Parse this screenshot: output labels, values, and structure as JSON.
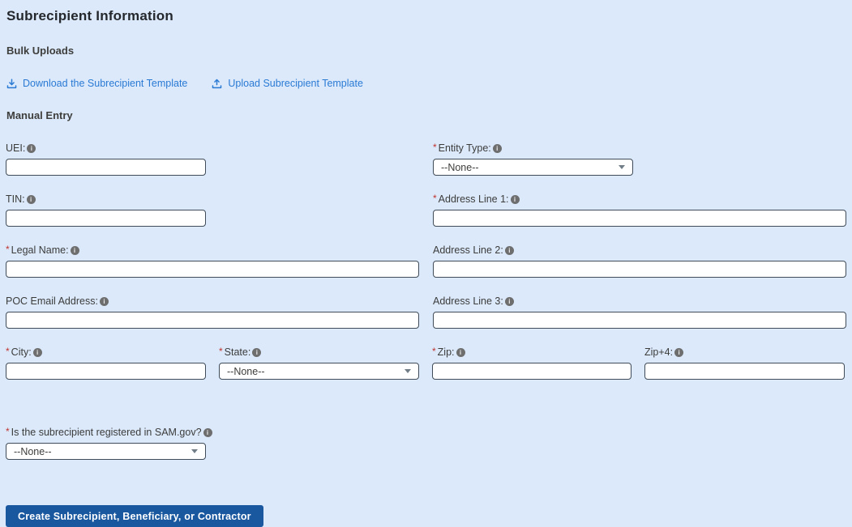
{
  "page": {
    "title": "Subrecipient Information"
  },
  "bulk_uploads": {
    "heading": "Bulk Uploads",
    "download_link": "Download the Subrecipient Template",
    "upload_link": "Upload Subrecipient Template"
  },
  "manual_entry": {
    "heading": "Manual Entry"
  },
  "markers": {
    "required": "*",
    "info": "i"
  },
  "fields": {
    "uei": {
      "label": "UEI:",
      "required": false
    },
    "entity_type": {
      "label": "Entity Type:",
      "required": true,
      "value": "--None--"
    },
    "tin": {
      "label": "TIN:",
      "required": false
    },
    "address1": {
      "label": "Address Line 1:",
      "required": true
    },
    "legal_name": {
      "label": "Legal Name:",
      "required": true
    },
    "address2": {
      "label": "Address Line 2:",
      "required": false
    },
    "poc_email": {
      "label": "POC Email Address:",
      "required": false
    },
    "address3": {
      "label": "Address Line 3:",
      "required": false
    },
    "city": {
      "label": "City:",
      "required": true
    },
    "state": {
      "label": "State:",
      "required": true,
      "value": "--None--"
    },
    "zip": {
      "label": "Zip:",
      "required": true
    },
    "zip4": {
      "label": "Zip+4:",
      "required": false
    },
    "sam": {
      "label": "Is the subrecipient registered in SAM.gov?",
      "required": true,
      "value": "--None--"
    }
  },
  "actions": {
    "create_button": "Create Subrecipient, Beneficiary, or Contractor"
  },
  "colors": {
    "background": "#dbe9fb",
    "link": "#2a7ad4",
    "button": "#19579f",
    "required_marker": "#c0342e",
    "input_border": "#3f4b58"
  }
}
